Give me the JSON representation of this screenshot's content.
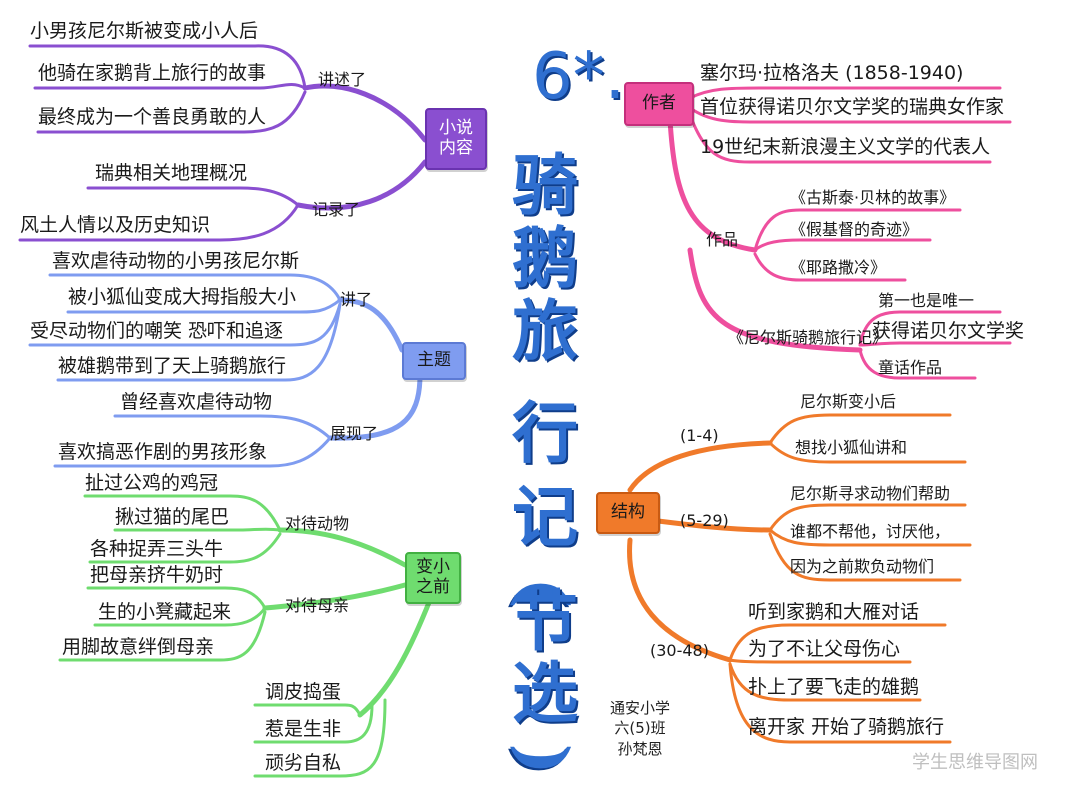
{
  "title": {
    "number": "6*.",
    "chars": [
      "骑",
      "鹅",
      "旅",
      "行",
      "记",
      "(",
      "节",
      "选",
      ")"
    ]
  },
  "colors": {
    "purple": "#8a4fd0",
    "blue": "#7f9cf0",
    "green": "#6fdc6f",
    "pink": "#ee4f9e",
    "orange": "#f07a2a"
  },
  "novel": {
    "center": "小说内容",
    "narrated_label": "讲述了",
    "narrated": [
      "小男孩尼尔斯被变成小人后",
      "他骑在家鹅背上旅行的故事",
      "最终成为一个善良勇敢的人"
    ],
    "recorded_label": "记录了",
    "recorded": [
      "瑞典相关地理概况",
      "风土人情以及历史知识"
    ]
  },
  "theme": {
    "center": "主题",
    "told_label": "讲了",
    "told": [
      "喜欢虐待动物的小男孩尼尔斯",
      "被小狐仙变成大拇指般大小",
      "受尽动物们的嘲笑 恐吓和追逐",
      "被雄鹅带到了天上骑鹅旅行"
    ],
    "shown_label": "展现了",
    "shown": [
      "曾经喜欢虐待动物",
      "喜欢搞恶作剧的男孩形象"
    ]
  },
  "before": {
    "center": "变小之前",
    "animals_label": "对待动物",
    "animals": [
      "扯过公鸡的鸡冠",
      "揪过猫的尾巴",
      "各种捉弄三头牛"
    ],
    "mother_label": "对待母亲",
    "mother": [
      "把母亲挤牛奶时",
      "生的小凳藏起来",
      "用脚故意绊倒母亲"
    ],
    "traits": [
      "调皮捣蛋",
      "惹是生非",
      "顽劣自私"
    ]
  },
  "author": {
    "center": "作者",
    "facts": [
      "塞尔玛·拉格洛夫 (1858-1940)",
      "首位获得诺贝尔文学奖的瑞典女作家",
      "19世纪末新浪漫主义文学的代表人"
    ],
    "works_label": "作品",
    "works": [
      "《古斯泰·贝林的故事》",
      "《假基督的奇迹》",
      "《耶路撒冷》"
    ],
    "nils_label": "《尼尔斯骑鹅旅行记》",
    "nils": [
      "第一也是唯一",
      "获得诺贝尔文学奖",
      "童话作品"
    ]
  },
  "structure": {
    "center": "结构",
    "part1_label": "(1-4)",
    "part1": [
      "尼尔斯变小后",
      "想找小狐仙讲和"
    ],
    "part2_label": "(5-29)",
    "part2": [
      "尼尔斯寻求动物们帮助",
      "谁都不帮他，讨厌他，",
      "因为之前欺负动物们"
    ],
    "part3_label": "(30-48)",
    "part3": [
      "听到家鹅和大雁对话",
      "为了不让父母伤心",
      "扑上了要飞走的雄鹅",
      "离开家 开始了骑鹅旅行"
    ]
  },
  "signature": {
    "school": "通安小学",
    "class": "六(5)班",
    "name": "孙梵恩"
  },
  "watermark": "学生思维导图网"
}
